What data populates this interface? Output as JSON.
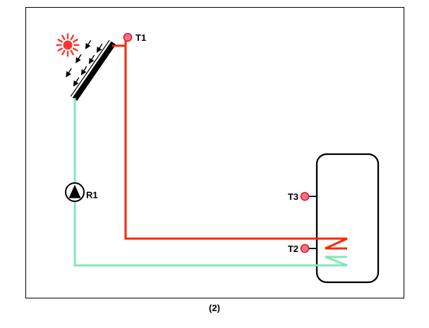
{
  "figure": {
    "caption": "(2)"
  },
  "labels": {
    "t1": "T1",
    "t2": "T2",
    "t3": "T3",
    "r1": "R1"
  },
  "colors": {
    "hot_pipe": "#ff2400",
    "cold_pipe": "#7fe8b8",
    "sun": "#ff3333",
    "sensor_fill": "#ff7080",
    "sensor_stroke": "#cc2233",
    "outline": "#000000"
  },
  "icons": {
    "sun": "sun-icon",
    "collector": "solar-collector-icon",
    "irradiance": "irradiance-arrow-icon",
    "pump": "pump-icon",
    "tank": "storage-tank-icon",
    "sensor": "sensor-dot-icon"
  }
}
